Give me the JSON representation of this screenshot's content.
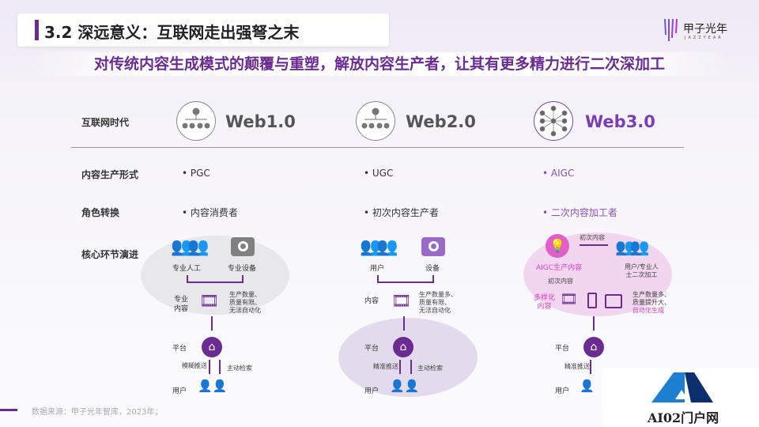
{
  "title": "3.2 深远意义：互联网走出强弩之末",
  "subtitle": "对传统内容生成模式的颠覆与重塑，解放内容生产者，让其有更多精力进行二次深加工",
  "logo": {
    "name": "甲子光年",
    "tagline": "JAZZYEAR"
  },
  "rows": {
    "era": "互联网时代",
    "form": "内容生产形式",
    "role": "角色转换",
    "core": "核心环节演进"
  },
  "columns": [
    {
      "name": "Web1.0",
      "form": "• PGC",
      "role": "• 内容消费者",
      "actors": [
        "专业人工",
        "专业设备"
      ],
      "content": "专业\n内容",
      "note": "生产数量、\n质量有限、\n无法自动化",
      "platform": "平台",
      "push": "模糊推送",
      "search": "主动检索",
      "user": "用户"
    },
    {
      "name": "Web2.0",
      "form": "• UGC",
      "role": "• 初次内容生产者",
      "actors": [
        "用户",
        "设备"
      ],
      "content": "内容",
      "note": "生产数量多、\n质量有限、\n无法自动化",
      "platform": "平台",
      "push": "精准推送",
      "search": "主动检索",
      "user": "用户"
    },
    {
      "name": "Web3.0",
      "form": "• AIGC",
      "role": "• 二次内容加工者",
      "aigc": "AIGC生产内容",
      "first1": "初次内容",
      "first2": "初次内容",
      "secondary": "用户/专业人\n士二次加工",
      "content": "多样化\n内容",
      "note": "生产数量多、\n质量提升大、",
      "note_hl": "自动化生成",
      "platform": "平台",
      "push": "精准推送",
      "user": "用户"
    }
  ],
  "source": "数据来源：甲子光年智库，2023年；",
  "watermark": "AI02门户网",
  "colors": {
    "accent": "#6a2c91",
    "highlight": "#e040c0",
    "web3": "#7a3fb0"
  }
}
